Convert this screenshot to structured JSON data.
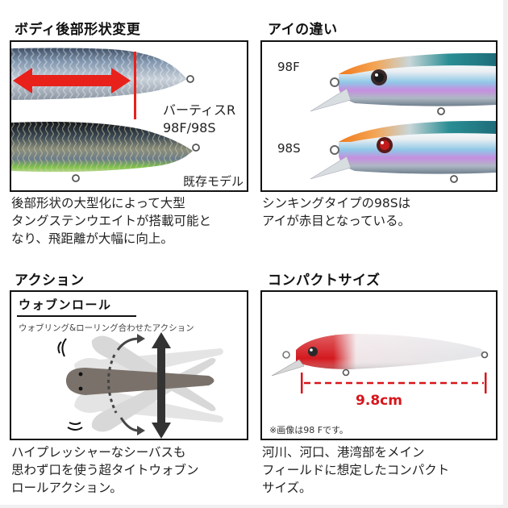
{
  "panels": {
    "body_shape": {
      "heading": "ボディ後部形状変更",
      "labels": {
        "new_model_line1": "バーティスR",
        "new_model_line2": "98F/98S",
        "old_model": "既存モデル"
      },
      "caption": [
        "後部形状の大型化によって大型",
        "タングステンウエイトが搭載可能と",
        "なり、飛距離が大幅に向上。"
      ],
      "colors": {
        "arrow": "#e8211b"
      }
    },
    "eye": {
      "heading": "アイの違い",
      "labels": {
        "top": "98F",
        "bottom": "98S"
      },
      "caption": [
        "シンキングタイプの98Sは",
        "アイが赤目となっている。"
      ]
    },
    "action": {
      "heading": "アクション",
      "subheading": "ウォブンロール",
      "subtitle": "ウォブリング&ローリング合わせたアクション",
      "caption": [
        "ハイプレッシャーなシーバスも",
        "思わず口を使う超タイトウォブン",
        "ロールアクション。"
      ]
    },
    "size": {
      "heading": "コンパクトサイズ",
      "measure": "9.8cm",
      "note": "※画像は98 Fです。",
      "caption": [
        "河川、河口、港湾部をメイン",
        "フィールドに想定したコンパクト",
        "サイズ。"
      ],
      "colors": {
        "measure": "#d7161b",
        "head": "#d31a1f"
      }
    }
  }
}
